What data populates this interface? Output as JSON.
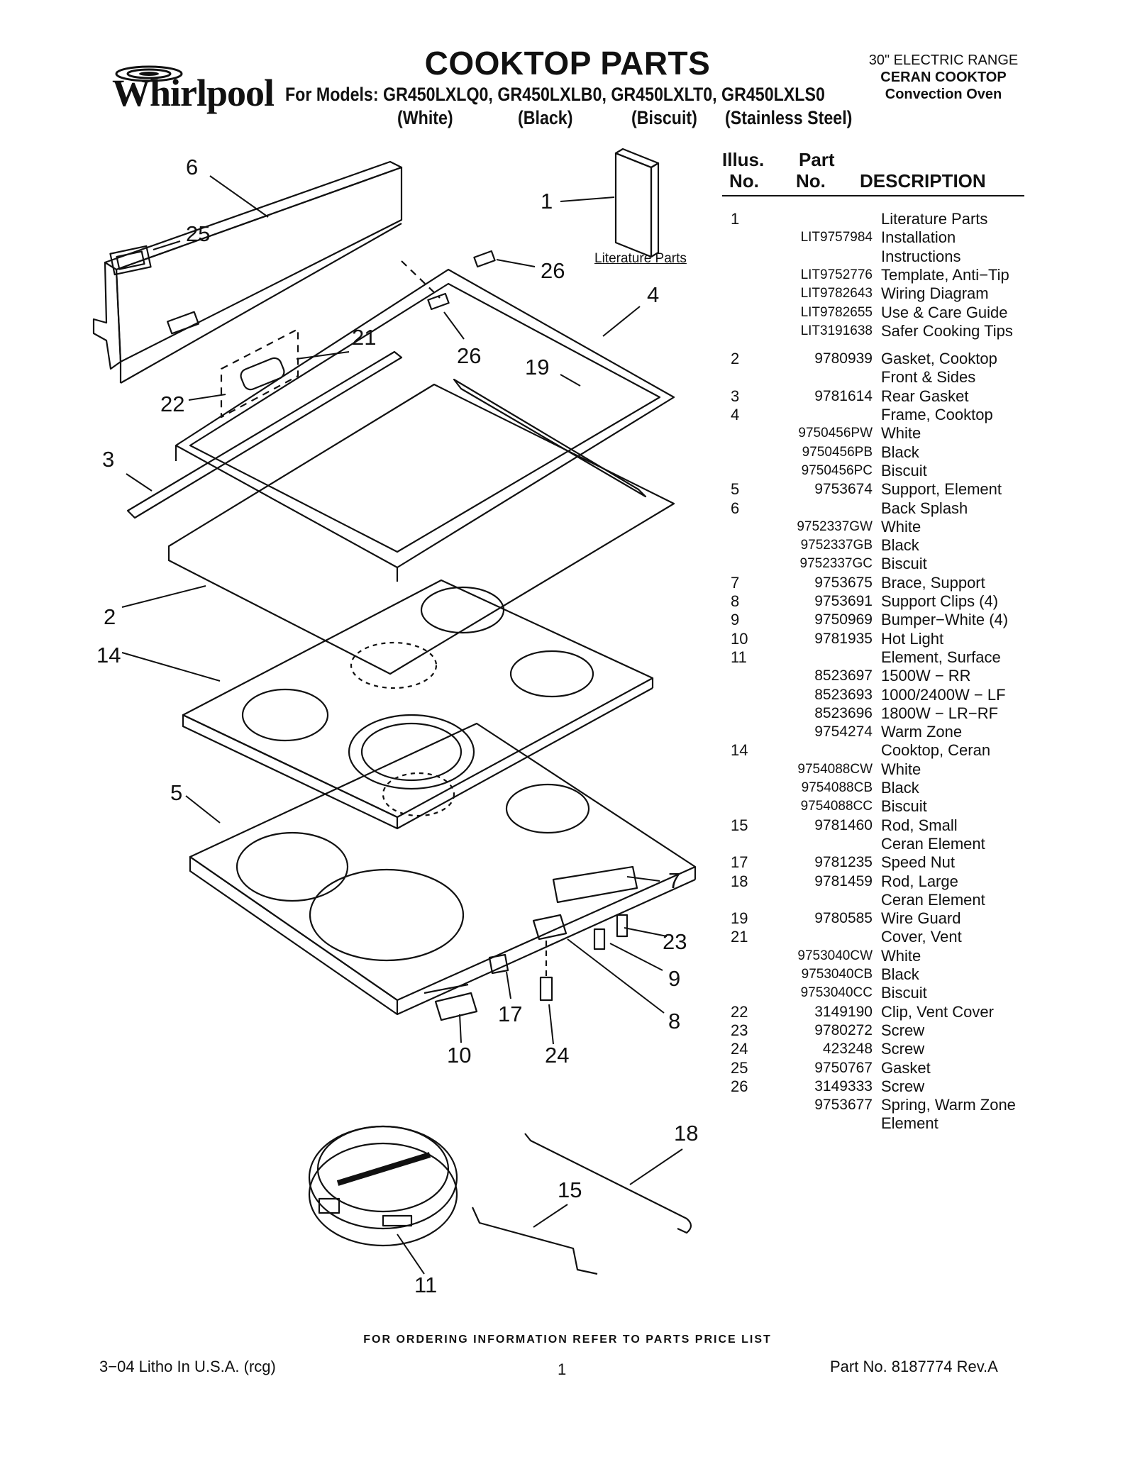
{
  "header": {
    "brand": "Whirlpool",
    "title": "COOKTOP PARTS",
    "models_line": "For Models: GR450LXLQ0, GR450LXLB0, GR450LXLT0, GR450LXLS0",
    "colors": [
      "(White)",
      "(Black)",
      "(Biscuit)",
      "(Stainless Steel)"
    ],
    "product_type": "30\" ELECTRIC RANGE",
    "product_subtype": "CERAN COOKTOP",
    "product_feature": "Convection Oven"
  },
  "diagram": {
    "literature_label": "Literature Parts",
    "callouts": [
      "6",
      "25",
      "1",
      "26",
      "4",
      "21",
      "26",
      "19",
      "22",
      "3",
      "2",
      "14",
      "5",
      "7",
      "23",
      "9",
      "8",
      "17",
      "10",
      "24",
      "18",
      "15",
      "11"
    ]
  },
  "table": {
    "headers": {
      "illus_line1": "Illus.",
      "illus_line2": "No.",
      "part_line1": "Part",
      "part_line2": "No.",
      "description": "DESCRIPTION"
    },
    "rows": [
      {
        "illus": "1",
        "part": "",
        "desc": "Literature Parts"
      },
      {
        "illus": "",
        "part": "LIT9757984",
        "desc": "Installation"
      },
      {
        "illus": "",
        "part": "",
        "desc": "Instructions"
      },
      {
        "illus": "",
        "part": "LIT9752776",
        "desc": "Template, Anti−Tip"
      },
      {
        "illus": "",
        "part": "LIT9782643",
        "desc": "Wiring Diagram"
      },
      {
        "illus": "",
        "part": "LIT9782655",
        "desc": "Use & Care Guide"
      },
      {
        "illus": "",
        "part": "LIT3191638",
        "desc": "Safer Cooking Tips"
      },
      {
        "illus": "2",
        "part": "9780939",
        "desc": "Gasket, Cooktop"
      },
      {
        "illus": "",
        "part": "",
        "desc": "Front & Sides"
      },
      {
        "illus": "3",
        "part": "9781614",
        "desc": "Rear Gasket"
      },
      {
        "illus": "4",
        "part": "",
        "desc": "Frame, Cooktop"
      },
      {
        "illus": "",
        "part": "9750456PW",
        "desc": "White"
      },
      {
        "illus": "",
        "part": "9750456PB",
        "desc": "Black"
      },
      {
        "illus": "",
        "part": "9750456PC",
        "desc": "Biscuit"
      },
      {
        "illus": "5",
        "part": "9753674",
        "desc": "Support, Element"
      },
      {
        "illus": "6",
        "part": "",
        "desc": "Back Splash"
      },
      {
        "illus": "",
        "part": "9752337GW",
        "desc": "White"
      },
      {
        "illus": "",
        "part": "9752337GB",
        "desc": "Black"
      },
      {
        "illus": "",
        "part": "9752337GC",
        "desc": "Biscuit"
      },
      {
        "illus": "7",
        "part": "9753675",
        "desc": "Brace, Support"
      },
      {
        "illus": "8",
        "part": "9753691",
        "desc": "Support Clips (4)"
      },
      {
        "illus": "9",
        "part": "9750969",
        "desc": "Bumper−White (4)"
      },
      {
        "illus": "10",
        "part": "9781935",
        "desc": "Hot Light"
      },
      {
        "illus": "11",
        "part": "",
        "desc": "Element, Surface"
      },
      {
        "illus": "",
        "part": "8523697",
        "desc": "1500W − RR"
      },
      {
        "illus": "",
        "part": "8523693",
        "desc": "1000/2400W − LF"
      },
      {
        "illus": "",
        "part": "8523696",
        "desc": "1800W − LR−RF"
      },
      {
        "illus": "",
        "part": "9754274",
        "desc": "Warm Zone"
      },
      {
        "illus": "14",
        "part": "",
        "desc": "Cooktop, Ceran"
      },
      {
        "illus": "",
        "part": "9754088CW",
        "desc": "White"
      },
      {
        "illus": "",
        "part": "9754088CB",
        "desc": "Black"
      },
      {
        "illus": "",
        "part": "9754088CC",
        "desc": "Biscuit"
      },
      {
        "illus": "15",
        "part": "9781460",
        "desc": "Rod, Small"
      },
      {
        "illus": "",
        "part": "",
        "desc": "Ceran Element"
      },
      {
        "illus": "17",
        "part": "9781235",
        "desc": "Speed Nut"
      },
      {
        "illus": "18",
        "part": "9781459",
        "desc": "Rod, Large"
      },
      {
        "illus": "",
        "part": "",
        "desc": "Ceran Element"
      },
      {
        "illus": "19",
        "part": "9780585",
        "desc": "Wire Guard"
      },
      {
        "illus": "21",
        "part": "",
        "desc": "Cover, Vent"
      },
      {
        "illus": "",
        "part": "9753040CW",
        "desc": "White"
      },
      {
        "illus": "",
        "part": "9753040CB",
        "desc": "Black"
      },
      {
        "illus": "",
        "part": "9753040CC",
        "desc": "Biscuit"
      },
      {
        "illus": "22",
        "part": "3149190",
        "desc": "Clip, Vent Cover"
      },
      {
        "illus": "23",
        "part": "9780272",
        "desc": "Screw"
      },
      {
        "illus": "24",
        "part": "423248",
        "desc": "Screw"
      },
      {
        "illus": "25",
        "part": "9750767",
        "desc": "Gasket"
      },
      {
        "illus": "26",
        "part": "3149333",
        "desc": "Screw"
      },
      {
        "illus": "",
        "part": "9753677",
        "desc": "Spring, Warm Zone"
      },
      {
        "illus": "",
        "part": "",
        "desc": "Element"
      }
    ]
  },
  "footer": {
    "ordering_note": "FOR ORDERING INFORMATION REFER TO PARTS PRICE LIST",
    "litho": "3−04 Litho In U.S.A. (rcg)",
    "page_number": "1",
    "part_number": "Part No. 8187774 Rev.A"
  }
}
